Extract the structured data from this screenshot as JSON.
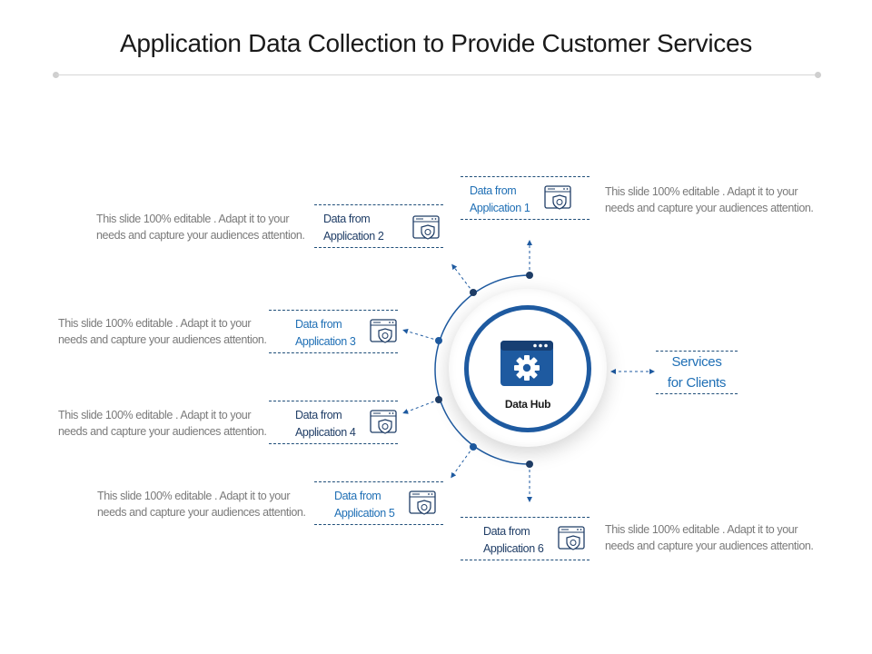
{
  "title": "Application Data Collection to Provide Customer Services",
  "hub": {
    "label": "Data Hub"
  },
  "services": {
    "line1": "Services",
    "line2": "for Clients"
  },
  "description": {
    "line1": "This slide 100% editable . Adapt it to your",
    "line2": "needs and capture your audiences attention."
  },
  "apps": [
    {
      "line1": "Data from",
      "line2": "Application 1"
    },
    {
      "line1": "Data from",
      "line2": "Application 2"
    },
    {
      "line1": "Data from",
      "line2": "Application 3"
    },
    {
      "line1": "Data from",
      "line2": "Application 4"
    },
    {
      "line1": "Data from",
      "line2": "Application 5"
    },
    {
      "line1": "Data from",
      "line2": "Application 6"
    }
  ],
  "colors": {
    "primary": "#1e5aa0",
    "label_blue": "#1f6fb5",
    "label_dark": "#1f3d66",
    "body_text": "#7a7a7a"
  },
  "icons": {
    "app": "browser-shield-icon",
    "hub": "browser-gear-icon"
  }
}
